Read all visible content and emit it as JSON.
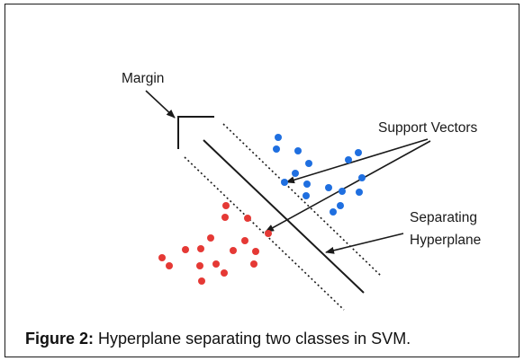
{
  "labels": {
    "margin": "Margin",
    "support_vectors": "Support Vectors",
    "separating_line1": "Separating",
    "separating_line2": "Hyperplane"
  },
  "caption": {
    "label": "Figure 2:",
    "text": " Hyperplane separating two classes in SVM."
  },
  "colors": {
    "class_a": "#1f6fe0",
    "class_b": "#e53935",
    "ink": "#1a1a1a"
  }
}
